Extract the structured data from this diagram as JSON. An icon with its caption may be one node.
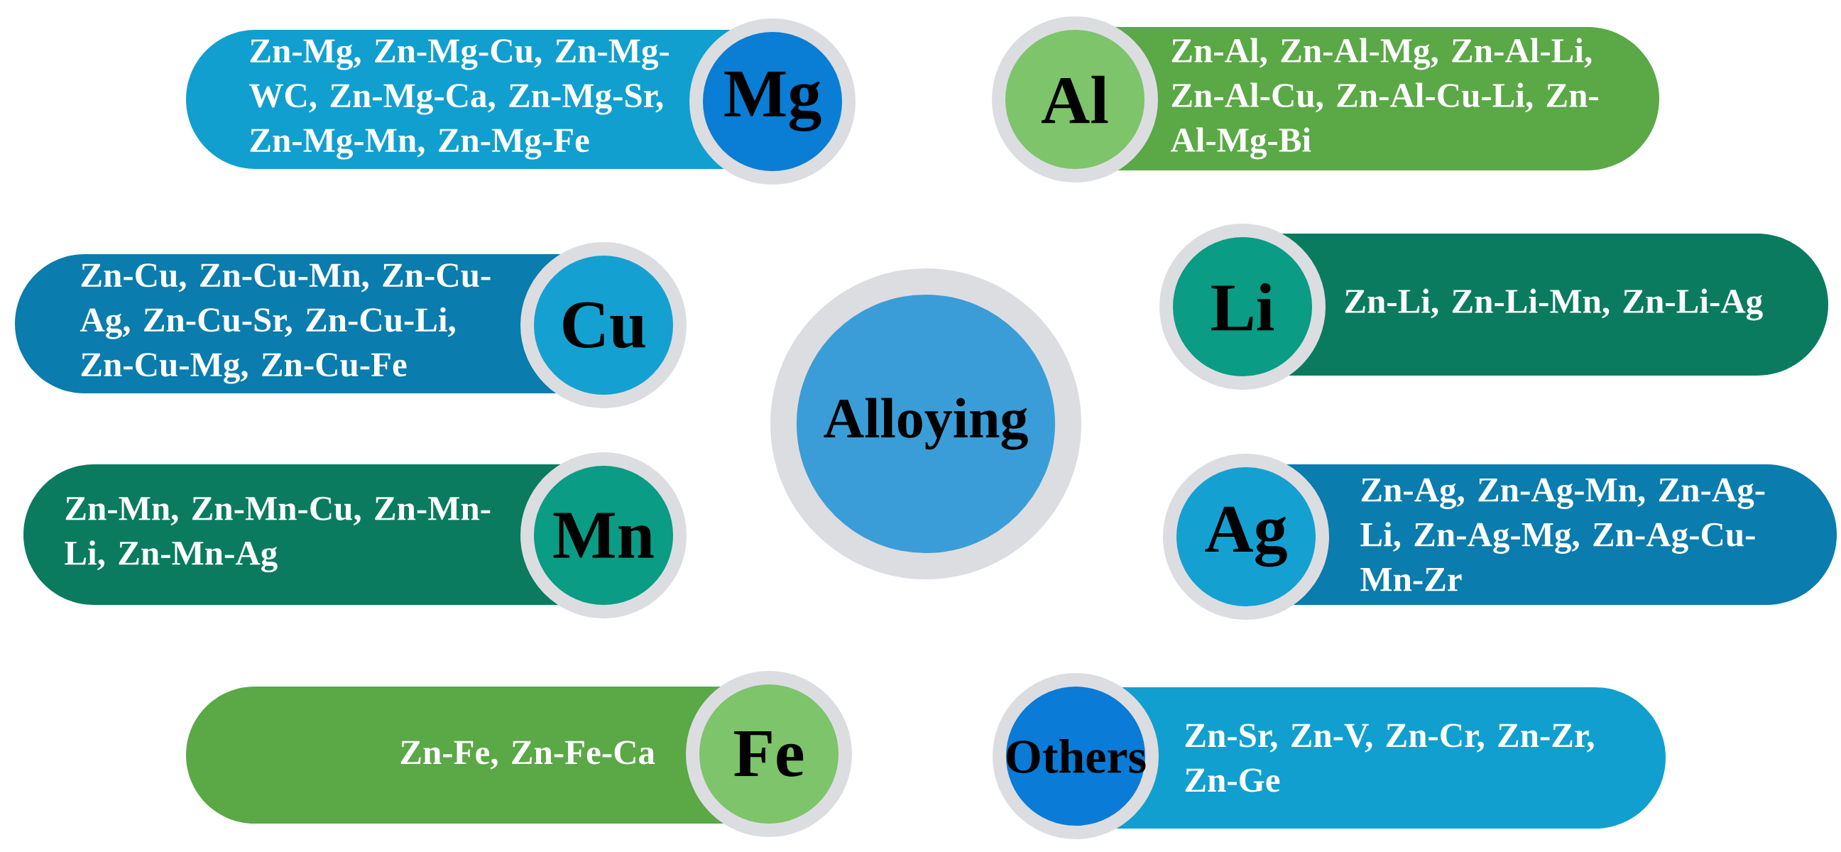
{
  "diagram": {
    "nodes": [
      {
        "text": [
          "Alloying"
        ]
      },
      {
        "text": [
          "Zn-Mg, Zn-Mg-Cu, Zn-Mg-WC, Zn-Mg-Ca, Zn-Mg-Sr, Zn-Mg-Mn, Zn-Mg-Fe",
          "Mg"
        ]
      },
      {
        "text": [
          "Al",
          "Zn-Al, Zn-Al-Mg, Zn-Al-Li, Zn-Al-Cu, Zn-Al-Cu-Li, Zn-Al-Mg-Bi"
        ]
      },
      {
        "text": [
          "Zn-Cu, Zn-Cu-Mn, Zn-Cu-Ag, Zn-Cu-Sr, Zn-Cu-Li, Zn-Cu-Mg, Zn-Cu-Fe",
          "Cu"
        ]
      },
      {
        "text": [
          "Li",
          "Zn-Li, Zn-Li-Mn, Zn-Li-Ag"
        ]
      },
      {
        "text": [
          "Zn-Mn, Zn-Mn-Cu, Zn-Mn-Li, Zn-Mn-Ag",
          "Mn"
        ]
      },
      {
        "text": [
          "Ag",
          "Zn-Ag, Zn-Ag-Mn, Zn-Ag-Li, Zn-Ag-Mg, Zn-Ag-Cu-Mn-Zr"
        ]
      },
      {
        "text": [
          "Zn-Fe, Zn-Fe-Ca",
          "Fe"
        ]
      },
      {
        "text": [
          "Others",
          "Zn-Sr, Zn-V, Zn-Cr, Zn-Zr, Zn-Ge"
        ]
      }
    ]
  }
}
